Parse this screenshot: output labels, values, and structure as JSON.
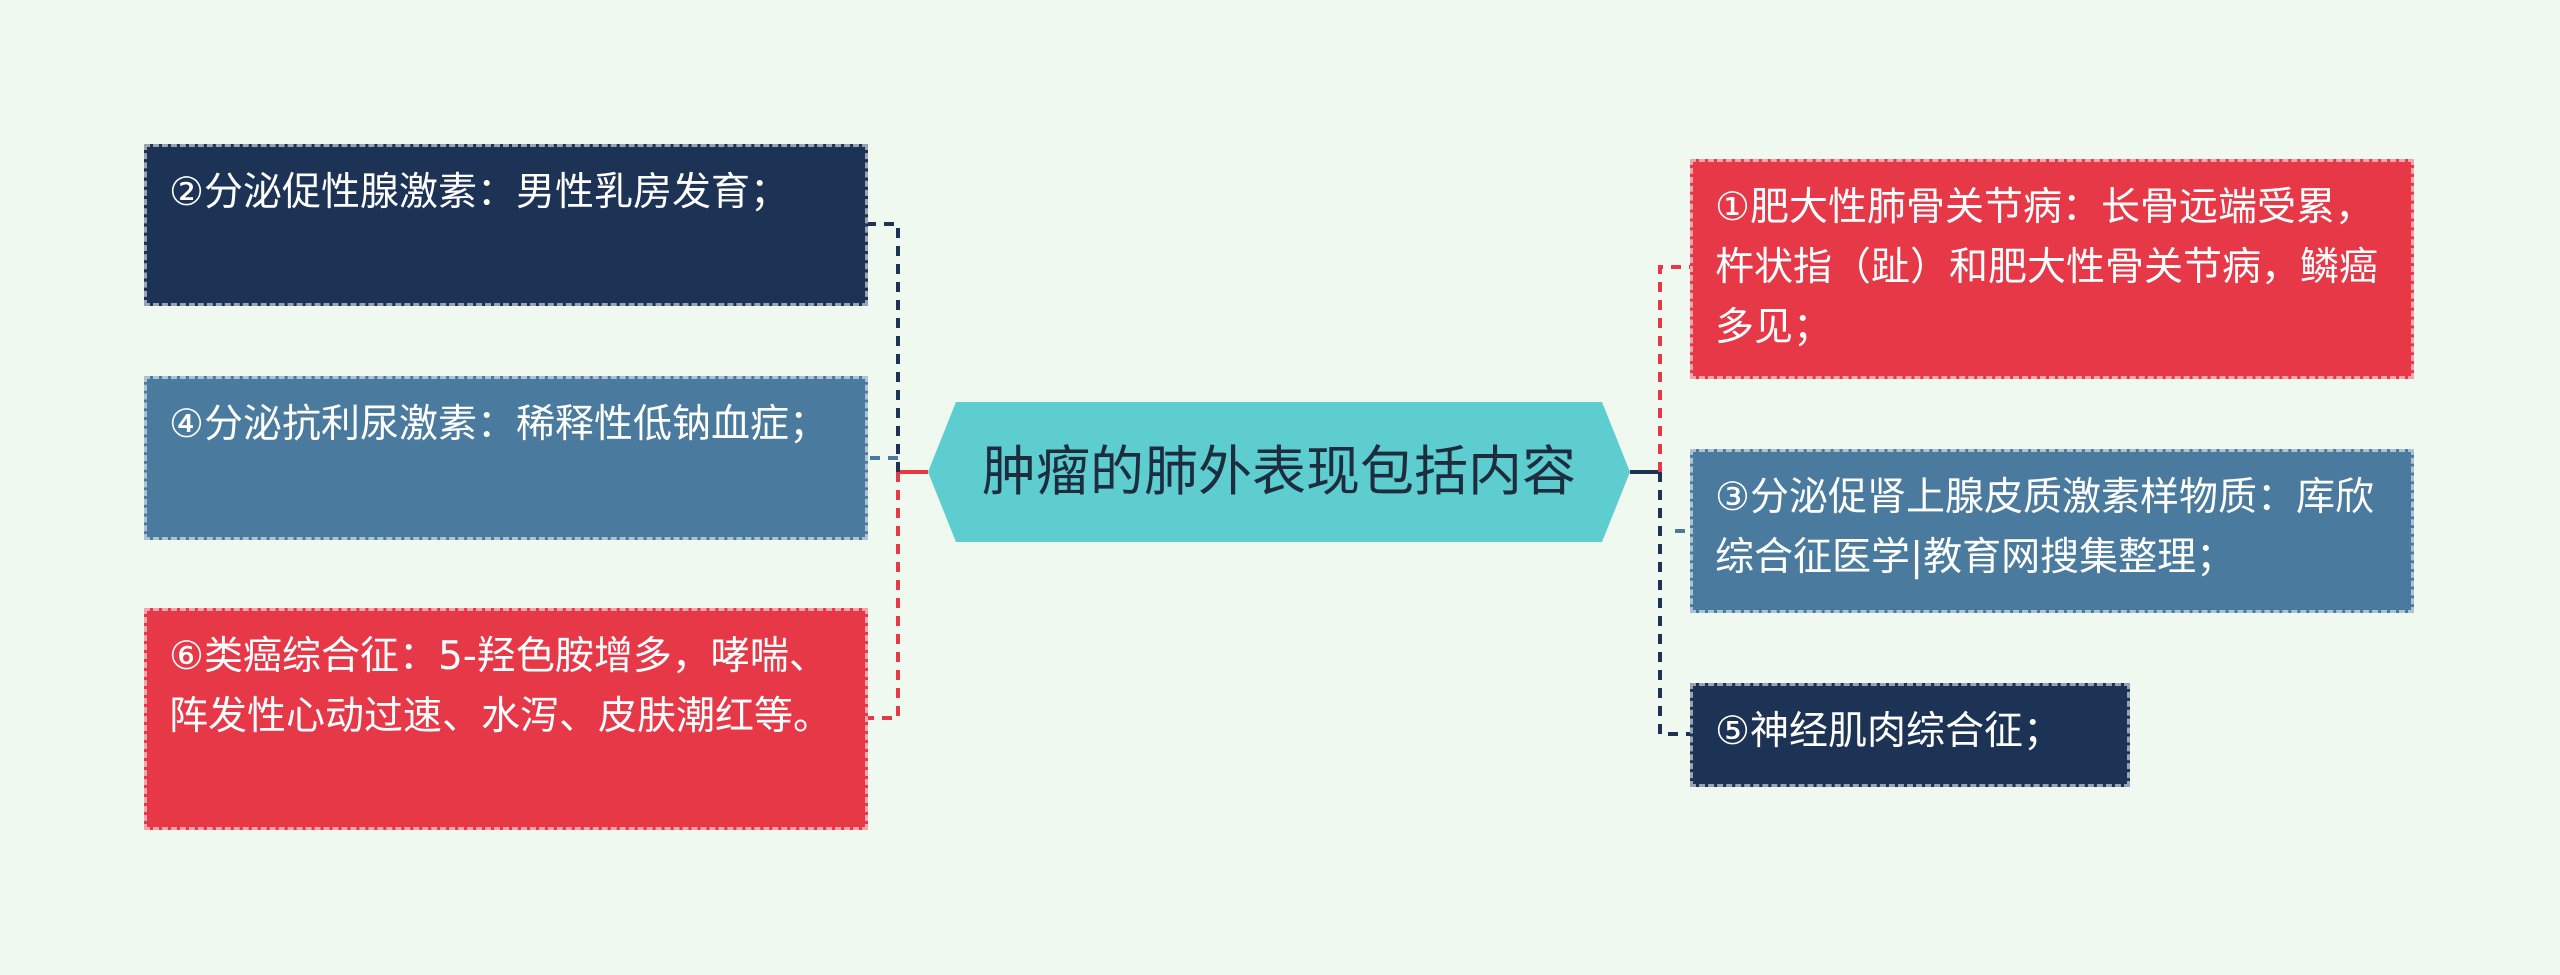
{
  "center": {
    "label": "肿瘤的肺外表现包括内容",
    "color": "#5ecdd0"
  },
  "left_nodes": [
    {
      "text": "②分泌促性腺激素：男性乳房发育；",
      "color": "#1c3356"
    },
    {
      "text": "④分泌抗利尿激素：稀释性低钠血症；",
      "color": "#4a7b9e"
    },
    {
      "text": "⑥类癌综合征：5-羟色胺增多，哮喘、阵发性心动过速、水泻、皮肤潮红等。",
      "color": "#e73848"
    }
  ],
  "right_nodes": [
    {
      "text": "①肥大性肺骨关节病：长骨远端受累，杵状指（趾）和肥大性骨关节病，鳞癌多见；",
      "color": "#e73848"
    },
    {
      "text": "③分泌促肾上腺皮质激素样物质：库欣综合征医学|教育网搜集整理；",
      "color": "#4a7b9e"
    },
    {
      "text": "⑤神经肌肉综合征；",
      "color": "#1c3356"
    }
  ]
}
